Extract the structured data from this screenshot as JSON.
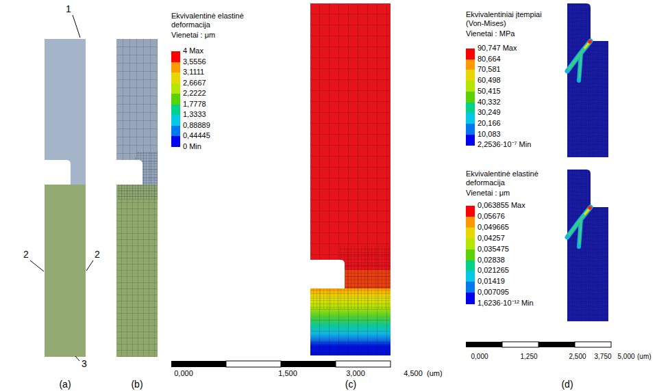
{
  "diagram": {
    "labels": [
      "1",
      "2",
      "2",
      "3",
      "(a)",
      "(b)",
      "Ekvivalentinė elastinė deformacija",
      "Vienetai : μm",
      "0 Min",
      "0,000",
      "1,500",
      "3,000",
      "4,500",
      "(um)",
      "(c)",
      "Ekvivalentiniai įtempiai (Von-Mises)",
      "Vienetai : MPa",
      "2,2536·10⁻⁷ Min",
      "Ekvivalentinė elastinė deformacija",
      "Vienetai : μm",
      "1,6236·10⁻¹² Min",
      "0,000",
      "1,250",
      "2,500",
      "3,750",
      "5,000",
      "(um)",
      "(d)"
    ],
    "legend": [
      {
        "text": "4 Max",
        "color": "#ff0000"
      },
      {
        "text": "3,5556",
        "color": "#ff9900"
      },
      {
        "text": "3,1111",
        "color": "#e6d800"
      },
      {
        "text": "2,6667",
        "color": "#b4e600"
      },
      {
        "text": "2,2222",
        "color": "#5ad200"
      },
      {
        "text": "1,7778",
        "color": "#00d28c"
      },
      {
        "text": "1,3333",
        "color": "#00c8e6"
      },
      {
        "text": "0,88889",
        "color": "#0078f0"
      },
      {
        "text": "0,44445",
        "color": "#0000f0"
      },
      {
        "text": "90,747 Max",
        "color": "#ff0000"
      },
      {
        "text": "80,664",
        "color": "#ff9900"
      },
      {
        "text": "70,581",
        "color": "#e6d800"
      },
      {
        "text": "60,498",
        "color": "#b4e600"
      },
      {
        "text": "50,415",
        "color": "#5ad200"
      },
      {
        "text": "40,332",
        "color": "#00d28c"
      },
      {
        "text": "30,249",
        "color": "#00c8e6"
      },
      {
        "text": "20,166",
        "color": "#0078f0"
      },
      {
        "text": "10,083",
        "color": "#0000f0"
      },
      {
        "text": "0,063855 Max",
        "color": "#ff0000"
      },
      {
        "text": "0,05676",
        "color": "#ff9900"
      },
      {
        "text": "0,049665",
        "color": "#e6d800"
      },
      {
        "text": "0,04257",
        "color": "#b4e600"
      },
      {
        "text": "0,035475",
        "color": "#5ad200"
      },
      {
        "text": "0,02838",
        "color": "#00d28c"
      },
      {
        "text": "0,021265",
        "color": "#00c8e6"
      },
      {
        "text": "0,01419",
        "color": "#0078f0"
      },
      {
        "text": "0,007095",
        "color": "#0000f0"
      }
    ]
  }
}
